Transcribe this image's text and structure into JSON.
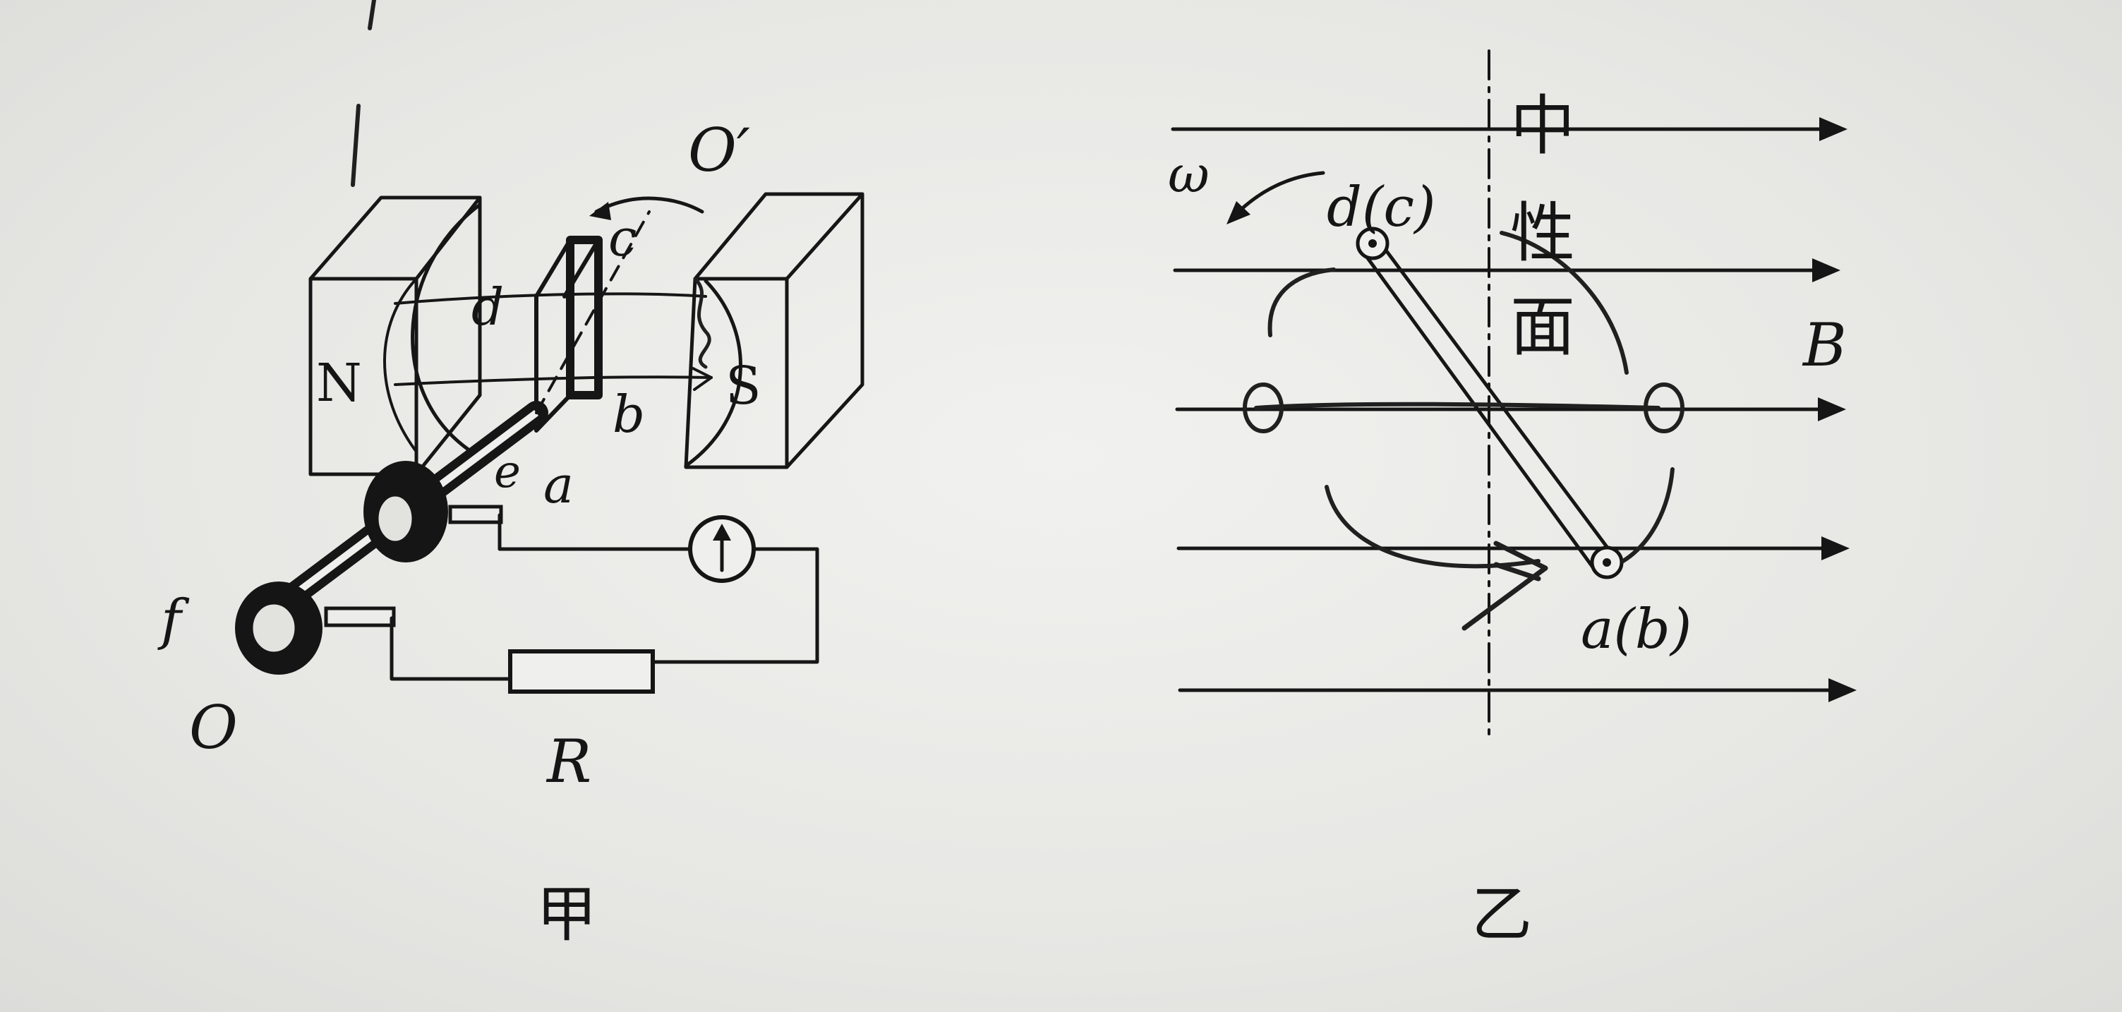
{
  "figure_jia": {
    "caption": "甲",
    "labels": {
      "N": "N",
      "S": "S",
      "a": "a",
      "b": "b",
      "c": "c",
      "d": "d",
      "e": "e",
      "f": "f",
      "O": "O",
      "O_prime": "O′",
      "R": "R"
    }
  },
  "figure_yi": {
    "caption": "乙",
    "labels": {
      "omega": "ω",
      "dc": "d(c)",
      "ab": "a(b)",
      "B": "B",
      "neutral_plane": [
        "中",
        "性",
        "面"
      ]
    }
  },
  "colors": {
    "ink": "#161616",
    "paper": "#e9e9e7"
  }
}
